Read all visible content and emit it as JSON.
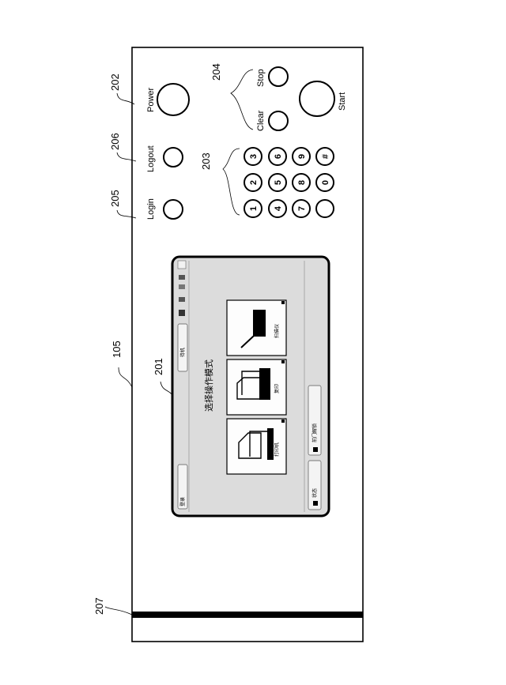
{
  "refs": {
    "panel": "105",
    "screen": "201",
    "power": "202",
    "keypad": "203",
    "stop_clear": "204",
    "login": "205",
    "logout": "206",
    "bottom": "207"
  },
  "buttons": {
    "power": "Power",
    "login": "Login",
    "logout": "Logout",
    "stop": "Stop",
    "clear": "Clear",
    "start": "Start"
  },
  "keypad": {
    "rows": [
      [
        "1",
        "2",
        "3"
      ],
      [
        "4",
        "5",
        "6"
      ],
      [
        "7",
        "8",
        "9"
      ],
      [
        "",
        "0",
        "#"
      ]
    ]
  },
  "screen": {
    "title": "选择操作模式",
    "tiles": {
      "printer": "打印机",
      "copy": "复印",
      "scanner": "扫描仪"
    },
    "status_left": "待机",
    "login_button": "登录",
    "status_button": "状态",
    "front_button": "前门解锁"
  }
}
